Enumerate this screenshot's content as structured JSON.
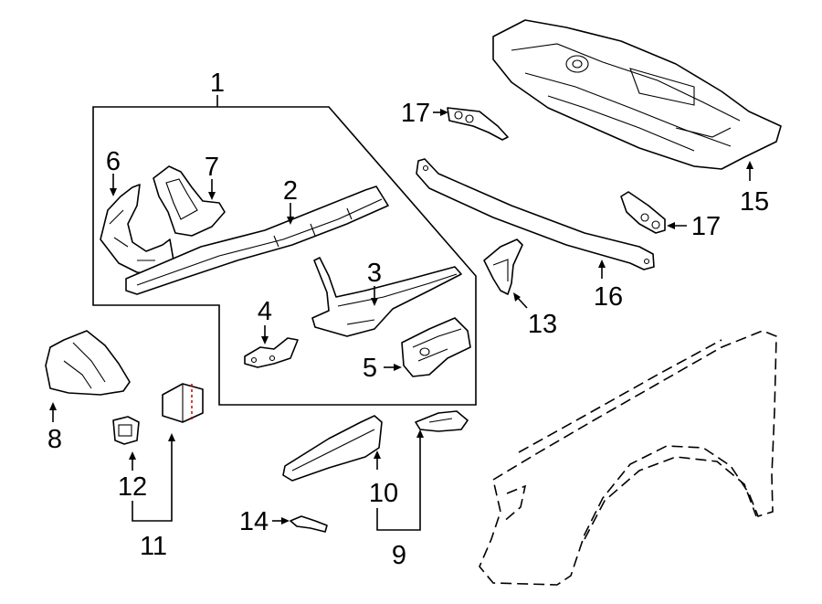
{
  "diagram": {
    "callouts": [
      {
        "id": "c1",
        "label": "1"
      },
      {
        "id": "c2",
        "label": "2"
      },
      {
        "id": "c3",
        "label": "3"
      },
      {
        "id": "c4",
        "label": "4"
      },
      {
        "id": "c5",
        "label": "5"
      },
      {
        "id": "c6",
        "label": "6"
      },
      {
        "id": "c7",
        "label": "7"
      },
      {
        "id": "c8",
        "label": "8"
      },
      {
        "id": "c9",
        "label": "9"
      },
      {
        "id": "c10",
        "label": "10"
      },
      {
        "id": "c11",
        "label": "11"
      },
      {
        "id": "c12",
        "label": "12"
      },
      {
        "id": "c13",
        "label": "13"
      },
      {
        "id": "c14",
        "label": "14"
      },
      {
        "id": "c15",
        "label": "15"
      },
      {
        "id": "c16",
        "label": "16"
      },
      {
        "id": "c17a",
        "label": "17"
      },
      {
        "id": "c17b",
        "label": "17"
      }
    ],
    "colors": {
      "line": "#000000",
      "background": "#ffffff",
      "marker": "#cc0000"
    }
  }
}
